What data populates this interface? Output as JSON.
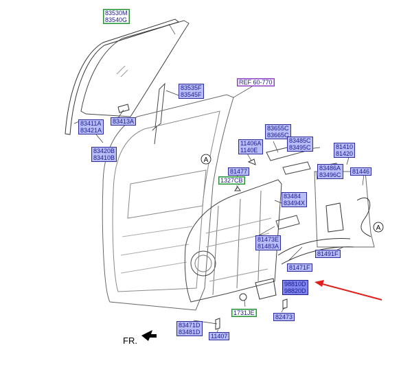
{
  "labels": [
    {
      "id": "l1",
      "lines": [
        "83530M",
        "83540G"
      ],
      "style": "green"
    },
    {
      "id": "l2",
      "lines": [
        "83535F",
        "83545F"
      ],
      "style": "blue"
    },
    {
      "id": "l3",
      "lines": [
        "REF 60-770"
      ],
      "style": "purple"
    },
    {
      "id": "l4",
      "lines": [
        "83413A"
      ],
      "style": "blue"
    },
    {
      "id": "l5",
      "lines": [
        "83411A",
        "83421A"
      ],
      "style": "blue"
    },
    {
      "id": "l6",
      "lines": [
        "83420B",
        "83410B"
      ],
      "style": "blue"
    },
    {
      "id": "l7",
      "lines": [
        "83655C",
        "83665C"
      ],
      "style": "blue"
    },
    {
      "id": "l8",
      "lines": [
        "83485C",
        "83495C"
      ],
      "style": "blue"
    },
    {
      "id": "l9",
      "lines": [
        "81410",
        "81420"
      ],
      "style": "blue"
    },
    {
      "id": "l10",
      "lines": [
        "11406A",
        "1140E"
      ],
      "style": "blue"
    },
    {
      "id": "l11",
      "lines": [
        "81477"
      ],
      "style": "blue"
    },
    {
      "id": "l12",
      "lines": [
        "1327CB"
      ],
      "style": "green"
    },
    {
      "id": "l13",
      "lines": [
        "83486A",
        "83496C"
      ],
      "style": "blue"
    },
    {
      "id": "l14",
      "lines": [
        "81446"
      ],
      "style": "blue"
    },
    {
      "id": "l15",
      "lines": [
        "83484",
        "83494X"
      ],
      "style": "blue"
    },
    {
      "id": "l16",
      "lines": [
        "81473E",
        "81483A"
      ],
      "style": "blue"
    },
    {
      "id": "l17",
      "lines": [
        "81491F"
      ],
      "style": "blue"
    },
    {
      "id": "l18",
      "lines": [
        "81471F"
      ],
      "style": "blue"
    },
    {
      "id": "l19",
      "lines": [
        "98810D",
        "98820D"
      ],
      "style": "hl"
    },
    {
      "id": "l20",
      "lines": [
        "1731JE"
      ],
      "style": "green"
    },
    {
      "id": "l21",
      "lines": [
        "82473"
      ],
      "style": "blue"
    },
    {
      "id": "l22",
      "lines": [
        "83471D",
        "83481D"
      ],
      "style": "blue"
    },
    {
      "id": "l23",
      "lines": [
        "11407"
      ],
      "style": "blue"
    }
  ],
  "callouts": [
    "A",
    "A"
  ],
  "direction_label": "FR.",
  "colors": {
    "label_fill": "#b9bdf7",
    "highlight_fill": "#7f86f0",
    "arrow": "#e0201c",
    "green_frame": "#2e8b3a",
    "purple_frame": "#8e3fc4"
  }
}
